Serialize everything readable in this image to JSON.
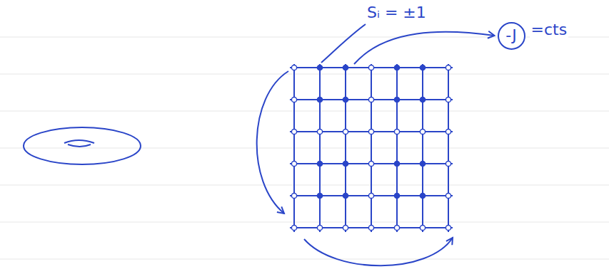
{
  "diagram": {
    "nodes": [
      {
        "text": [
          "-J"
        ]
      }
    ],
    "labels": [
      "Sᵢ = ±1",
      "=cts"
    ]
  }
}
